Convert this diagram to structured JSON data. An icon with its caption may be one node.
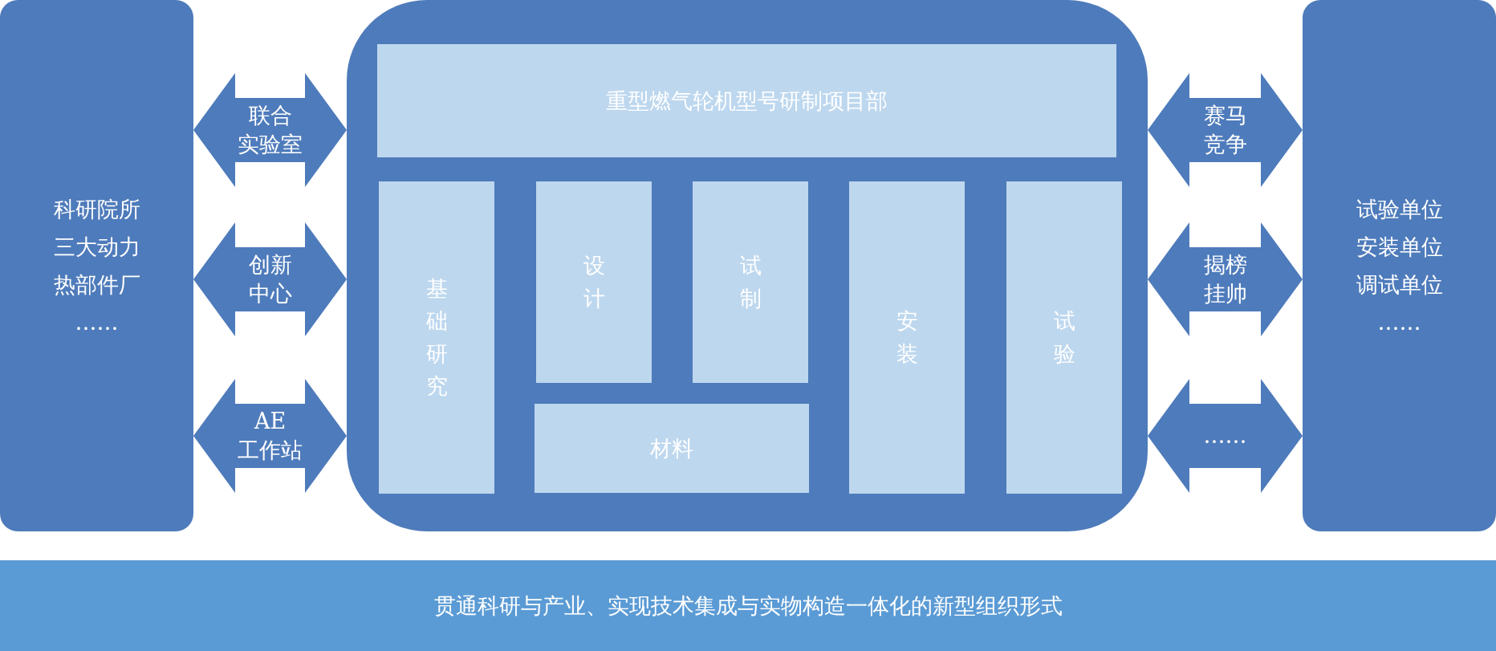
{
  "diagram": {
    "nodes": [
      {
        "text": [
          "科研院所",
          "三大动力",
          "热部件厂",
          "……"
        ]
      },
      {
        "text": [],
        "shape": "box"
      },
      {
        "text": [
          "重型燃气轮机型号研制项目部"
        ],
        "in": 1
      },
      {
        "text": [
          "基础研究"
        ],
        "in": 1
      },
      {
        "text": [
          "设计"
        ],
        "in": 1
      },
      {
        "text": [
          "试制"
        ],
        "in": 1
      },
      {
        "text": [
          "材料"
        ],
        "in": 1
      },
      {
        "text": [
          "安装"
        ],
        "in": 1
      },
      {
        "text": [
          "试验"
        ],
        "in": 1
      },
      {
        "text": [
          "试验单位",
          "安装单位",
          "调试单位",
          "……"
        ]
      },
      {
        "text": [
          "贯通科研与产业、实现技术集成与实物构造一体化的新型组织形式"
        ]
      }
    ],
    "edges": [
      {
        "from": 0,
        "to": 1,
        "arrow": "both",
        "label": "联合实验室"
      },
      {
        "from": 0,
        "to": 1,
        "arrow": "both",
        "label": "创新中心"
      },
      {
        "from": 0,
        "to": 1,
        "arrow": "both",
        "label": "AE工作站"
      },
      {
        "from": 1,
        "to": 9,
        "arrow": "both",
        "label": "赛马竞争"
      },
      {
        "from": 1,
        "to": 9,
        "arrow": "both",
        "label": "揭榜挂帅"
      },
      {
        "from": 1,
        "to": 9,
        "arrow": "both",
        "label": "……"
      }
    ]
  }
}
